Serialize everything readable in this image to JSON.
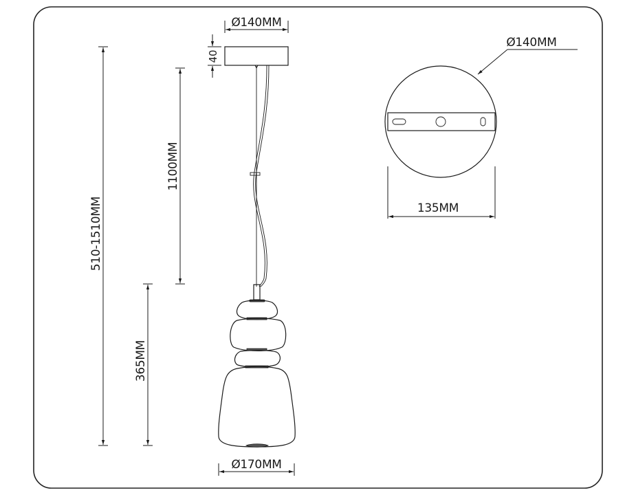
{
  "drawing": {
    "title": "Pendant lamp dimension drawing",
    "labels": {
      "canopy_diameter_top": "Ø140MM",
      "canopy_height": "40",
      "cable_length": "1100MM",
      "total_height_range": "510-1510MM",
      "shade_height": "365MM",
      "shade_diameter": "Ø170MM",
      "canopy_plan_diameter": "Ø140MM",
      "mounting_bar_width": "135MM"
    },
    "colors": {
      "line": "#1a1a1a",
      "background": "#ffffff",
      "accent_rings": "#555555"
    }
  }
}
